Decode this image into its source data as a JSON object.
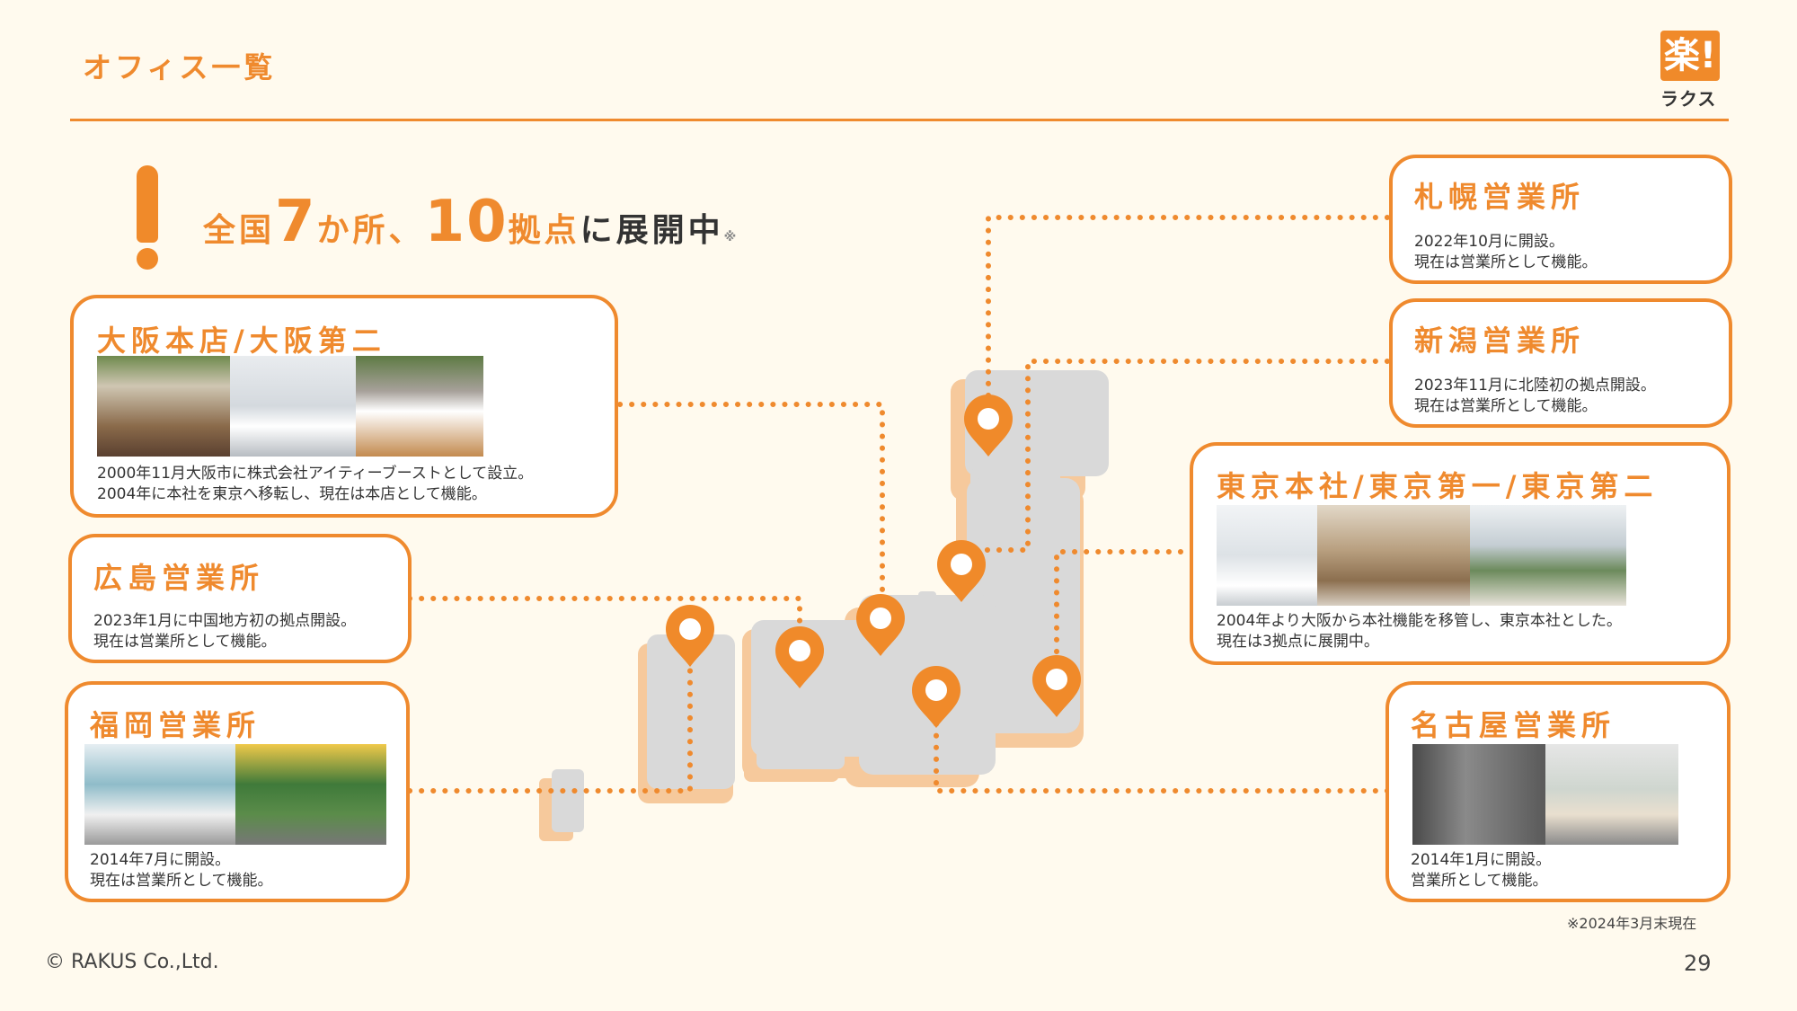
{
  "header": {
    "title": "オフィス一覧",
    "logo_mark": "楽!",
    "logo_text": "ラクス"
  },
  "headline": {
    "part1": "全国",
    "num1": "7",
    "part2": "か所、",
    "num2": "10",
    "part3": "拠点",
    "part4": "に展開中",
    "mark": "※"
  },
  "offices": {
    "osaka": {
      "title": "大阪本店/大阪第二",
      "line1": "2000年11月大阪市に株式会社アイティーブーストとして設立。",
      "line2": "2004年に本社を東京へ移転し、現在は本店として機能。"
    },
    "hiroshima": {
      "title": "広島営業所",
      "line1": "2023年1月に中国地方初の拠点開設。",
      "line2": "現在は営業所として機能。"
    },
    "fukuoka": {
      "title": "福岡営業所",
      "line1": "2014年7月に開設。",
      "line2": "現在は営業所として機能。"
    },
    "sapporo": {
      "title": "札幌営業所",
      "line1": "2022年10月に開設。",
      "line2": "現在は営業所として機能。"
    },
    "niigata": {
      "title": "新潟営業所",
      "line1": "2023年11月に北陸初の拠点開設。",
      "line2": "現在は営業所として機能。"
    },
    "tokyo": {
      "title": "東京本社/東京第一/東京第二",
      "line1": "2004年より大阪から本社機能を移管し、東京本社とした。",
      "line2": "現在は3拠点に展開中。"
    },
    "nagoya": {
      "title": "名古屋営業所",
      "line1": "2014年1月に開設。",
      "line2": "営業所として機能。"
    }
  },
  "footer": {
    "note": "※2024年3月末現在",
    "copyright": "© RAKUS Co.,Ltd.",
    "page": "29"
  },
  "colors": {
    "accent": "#ef8a2e",
    "map_gray": "#d9d9d9",
    "map_shadow": "#f6c99c",
    "background": "#fffaee"
  }
}
